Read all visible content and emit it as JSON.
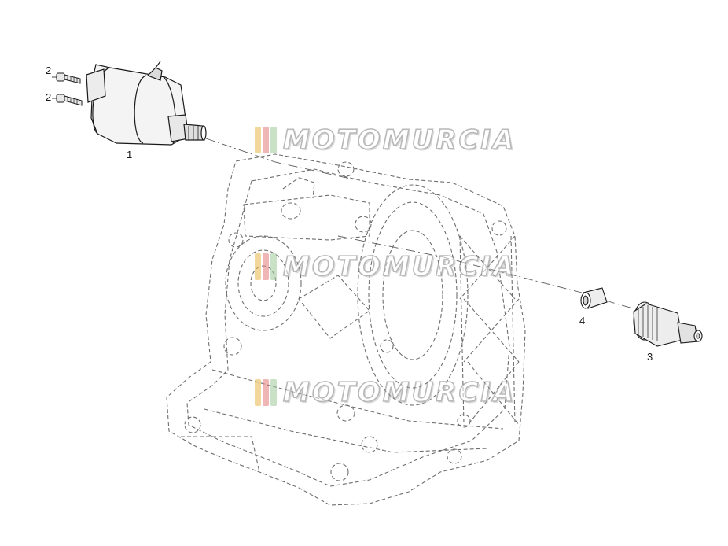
{
  "diagram": {
    "callouts": [
      {
        "id": "starter-motor",
        "label": "1"
      },
      {
        "id": "screw-upper",
        "label": "2"
      },
      {
        "id": "screw-lower",
        "label": "2"
      },
      {
        "id": "starter-clutch",
        "label": "3"
      },
      {
        "id": "bushing",
        "label": "4"
      }
    ]
  },
  "watermark": {
    "text": "MOTOMURCIA",
    "colors": [
      "#e6b84a",
      "#e47a7a",
      "#9fc79a"
    ]
  },
  "colors": {
    "line": "#1a1a1a",
    "dashed": "#6e6e6e",
    "part_fill": "#f2f2f2"
  }
}
